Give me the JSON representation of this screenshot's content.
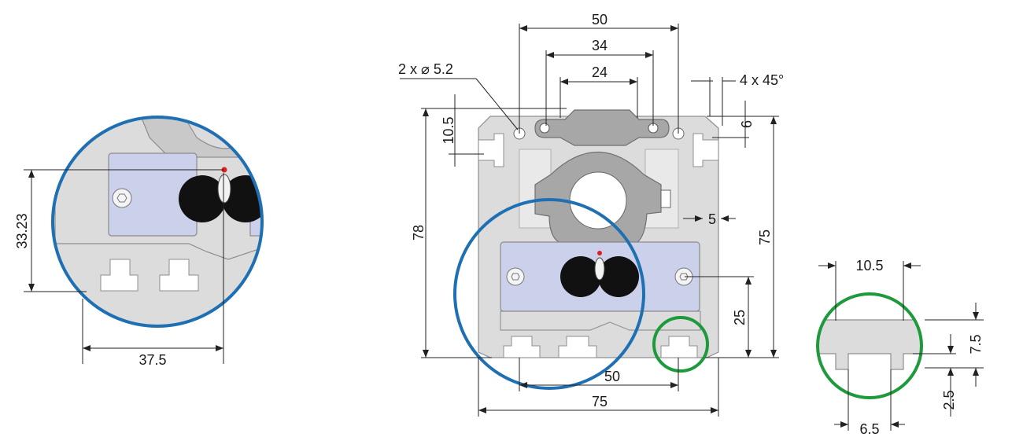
{
  "dimensions": {
    "left_height": "33.23",
    "left_width": "37.5",
    "top_50": "50",
    "top_34": "34",
    "top_24": "24",
    "holes": "2 x ⌀ 5.2",
    "chamfer": "4 x 45°",
    "v_10_5": "10.5",
    "v_6": "6",
    "h_5": "5",
    "v_78": "78",
    "v_75": "75",
    "v_25": "25",
    "h_50_bottom": "50",
    "h_75_bottom": "75",
    "slot_10_5": "10.5",
    "slot_7_5": "7.5",
    "slot_2_5": "2.5",
    "slot_6_5": "6.5"
  },
  "colors": {
    "detail_circle_blue": "#1f6fb3",
    "detail_circle_green": "#1e9a3c",
    "profile_grey": "#dcdcdc",
    "plate_blue": "#cbd1ea",
    "marker_red": "#e02020"
  }
}
